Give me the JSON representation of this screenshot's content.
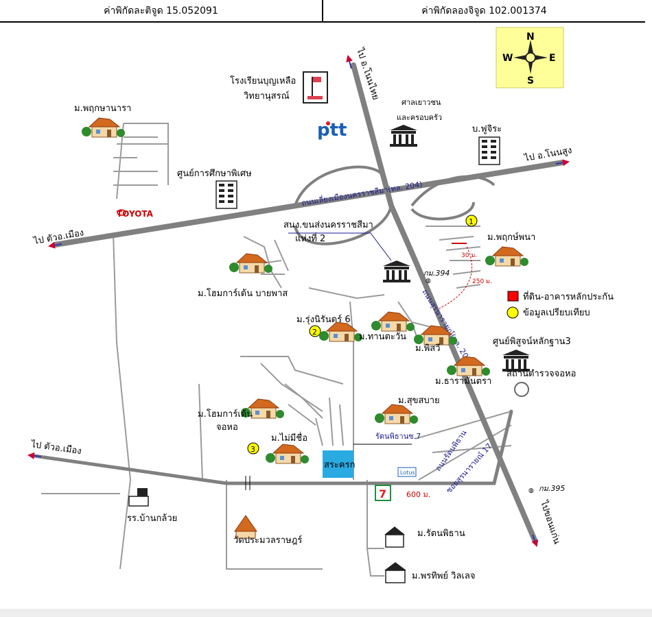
{
  "header": {
    "latitude": "ค่าพิกัดละติจูด 15.052091",
    "longitude": "ค่าพิกัดลองจิจูด 102.001374"
  },
  "compass": {
    "n": "N",
    "s": "S",
    "e": "E",
    "w": "W"
  },
  "colors": {
    "road": "#808080",
    "arrow": "#3333aa",
    "arrowhead": "#cc0033",
    "compass_bg": "#ffff99",
    "marker_yellow": "#ffff00",
    "marker_red": "#ff0000",
    "pond": "#29abe2"
  },
  "legend": {
    "collateral": "ที่ดิน-อาคารหลักประกัน",
    "comparable": "ข้อมูลเปรียบเทียบ"
  },
  "markers": {
    "m1": "1",
    "m2": "2",
    "m3": "3"
  },
  "directions": {
    "to_non_thai": "ไป อ.โนนไทย",
    "to_non_sung": "ไป อ.โนนสูง",
    "to_city_west": "ไป ตัวอ.เมือง",
    "to_city_west2": "ไป ตัวอ.เมือง",
    "to_khon_kaen": "ไปขอนแก่น"
  },
  "roads": {
    "bypass_204": "ถนนเลี่ยงเมืองนครราชสีมา(ทล. 204)",
    "road_205": "ถนนสุรนารายณ์(ทล. 205)",
    "rattanaphithan_road": "ถนนรัตนพิธาน",
    "soi_suranarai": "ซอยสุรนารายณ์ 17",
    "rattanaphithan_soi": "รัตนพิธานซ.7",
    "km394": "กม.394",
    "km395": "กม.395",
    "dist_30": "30 ม.",
    "dist_250": "250 ม.",
    "dist_600": "600 ม."
  },
  "places": {
    "school_bunluea": "โรงเรียนบุญเหลือ",
    "school_bunluea2": "วิทยานุสรณ์",
    "ptt": "ptt",
    "sala": "ศาลเยาวชน",
    "sala2": "และครอบครัว",
    "b_fuchira": "บ.ฟูจิระ",
    "m_phrueksa": "ม.พฤกษานารา",
    "special_edu": "ศูนย์การศึกษาพิเศษ",
    "toyota": "TOYOTA",
    "office_1": "สนง.ขนส่งนครราชสีมา",
    "office_2": "แห่งที่ 2",
    "m_pruksa_pana": "ม.พฤกษ์พนา",
    "m_home_bypass": "ม.โฮมการ์เด้น บายพาส",
    "m_rung": "ม.รุ่งนิรันดร์ 6",
    "m_thantawan": "ม.ทานตะวัน",
    "m_phisawi": "ม.พิสวี",
    "forensic": "ศูนย์พิสูจน์หลักฐาน3",
    "police": "สถานีตำรวจจอหอ",
    "m_tharamontra": "ม.ธารามันตรา",
    "m_suksabai": "ม.สุขสบาย",
    "m_home_chohor": "ม.โฮมการ์เด้น",
    "m_home_chohor2": "จอหอ",
    "m_maimeechue": "ม.ไม่มีชื่อ",
    "pond": "สระครก",
    "lotus": "Lotus",
    "seven": "7",
    "school_bankluai": "รร.บ้านกล้วย",
    "wat": "วัดประมวลราษฎร์",
    "m_rattanaphithan": "ม.รัตนพิธาน",
    "m_phonthip": "ม.พรทิพย์ วิลเลจ"
  }
}
